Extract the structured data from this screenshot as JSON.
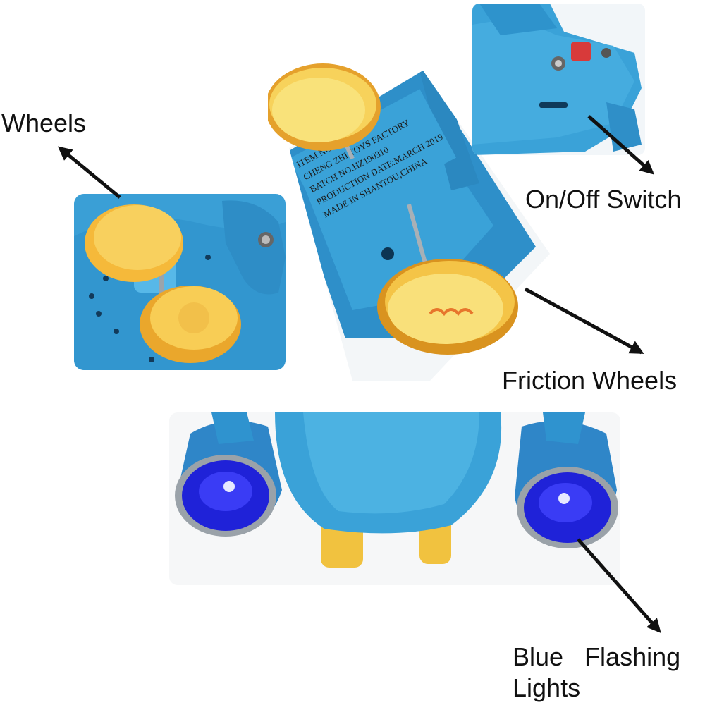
{
  "labels": {
    "wheels": "Wheels",
    "on_off_switch": "On/Off Switch",
    "friction_wheels": "Friction Wheels",
    "blue_flashing_lights_line1": "Blue Flashing",
    "blue_flashing_lights_line2": "Lights"
  },
  "sticker_text": [
    "ITEM NO: 581",
    "CHENG ZHI TOYS FACTORY",
    "BATCH NO.HZ190310",
    "PRODUCTION DATE:MARCH 2019",
    "MADE IN SHANTOU,CHINA"
  ],
  "colors": {
    "toy_blue": "#3aa2d8",
    "toy_blue_dark": "#1f7fb8",
    "wheel_yellow": "#f7c948",
    "wheel_orange": "#e59b2c",
    "led_blue": "#2b2bf0",
    "arrow": "#111111"
  }
}
